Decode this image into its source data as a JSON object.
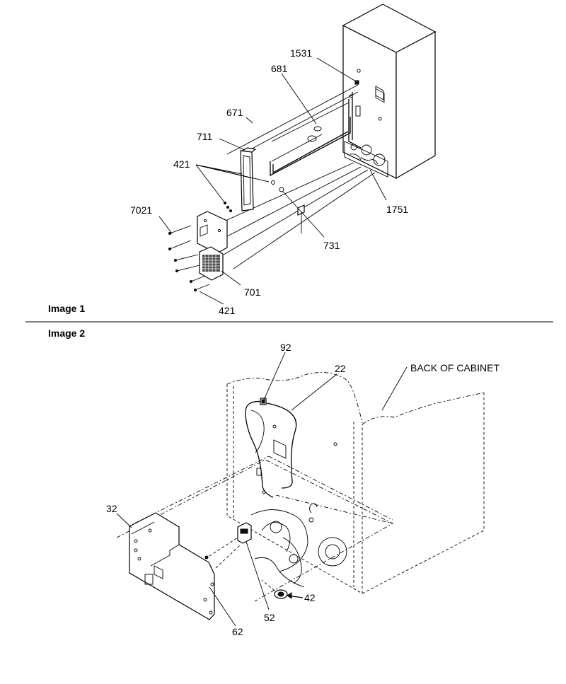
{
  "captions": {
    "image1": "Image 1",
    "image2": "Image 2"
  },
  "image1_callouts": {
    "c1531": "1531",
    "c681": "681",
    "c671": "671",
    "c711": "711",
    "c421a": "421",
    "c7021": "7021",
    "c731": "731",
    "c1751": "1751",
    "c701": "701",
    "c421b": "421"
  },
  "image2_callouts": {
    "c92": "92",
    "c22": "22",
    "back_of_cabinet": "BACK OF CABINET",
    "c32": "32",
    "c52": "52",
    "c42": "42",
    "c62": "62"
  }
}
